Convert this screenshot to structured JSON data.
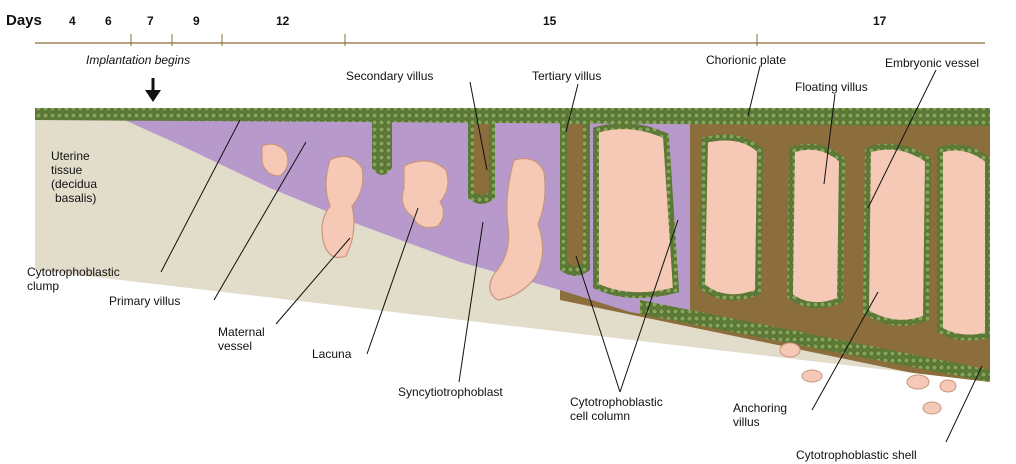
{
  "timeline": {
    "days_label": "Days",
    "ticks": [
      "4",
      "6",
      "7",
      "9",
      "12",
      "15",
      "17"
    ]
  },
  "labels": {
    "implantation": "Implantation begins",
    "uterine_tissue": [
      "Uterine",
      "tissue",
      "(decidua",
      "basalis)"
    ],
    "cytotrophoblastic_clump": [
      "Cytotrophoblastic",
      "clump"
    ],
    "primary_villus": "Primary villus",
    "maternal_vessel": [
      "Maternal",
      "vessel"
    ],
    "lacuna": "Lacuna",
    "syncytiotrophoblast": "Syncytiotrophoblast",
    "cell_column": [
      "Cytotrophoblastic",
      "cell column"
    ],
    "secondary_villus": "Secondary villus",
    "tertiary_villus": "Tertiary villus",
    "chorionic_plate": "Chorionic plate",
    "embryonic_vessel": "Embryonic vessel",
    "floating_villus": "Floating villus",
    "anchoring_villus": [
      "Anchoring",
      "villus"
    ],
    "cytotrophoblastic_shell": "Cytotrophoblastic shell"
  },
  "colors": {
    "uterine": "#e2dccb",
    "syncytio": "#b79acb",
    "chorion": "#8b6e3c",
    "cyto_green": "#5d7a3a",
    "cyto_cell": "#7f9c52",
    "lacuna_fill": "#f5c9b5",
    "lacuna_edge": "#c8957d"
  }
}
